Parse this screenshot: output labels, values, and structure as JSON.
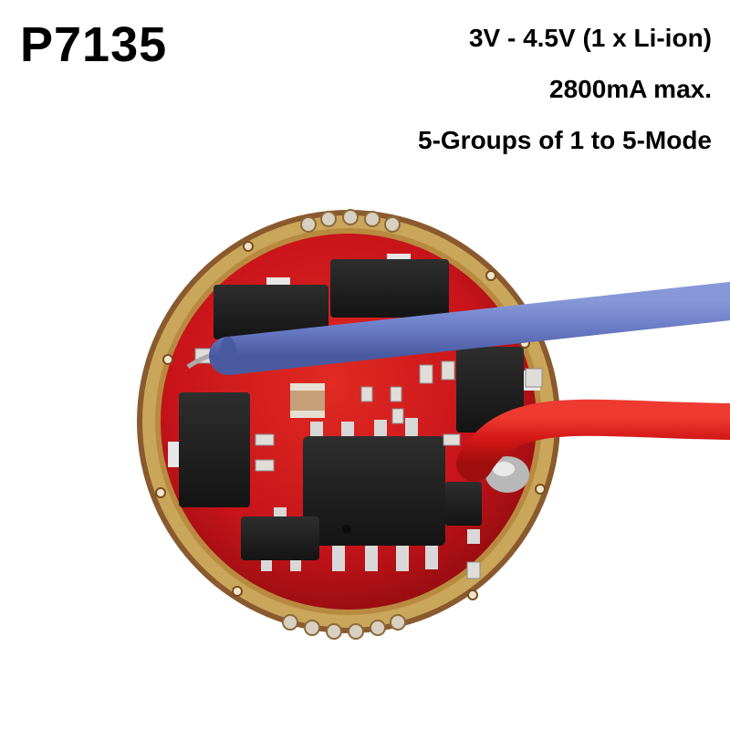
{
  "product": {
    "title": "P7135"
  },
  "specs": {
    "voltage": "3V - 4.5V (1 x Li-ion)",
    "current": "2800mA max.",
    "modes": "5-Groups of 1 to 5-Mode"
  },
  "colors": {
    "pcb_red": "#d0161a",
    "gold_ring": "#caa65a",
    "chip_black": "#1c1c1c",
    "wire_blue": "#6a7cc6",
    "wire_red": "#d11515",
    "background": "#ffffff"
  }
}
